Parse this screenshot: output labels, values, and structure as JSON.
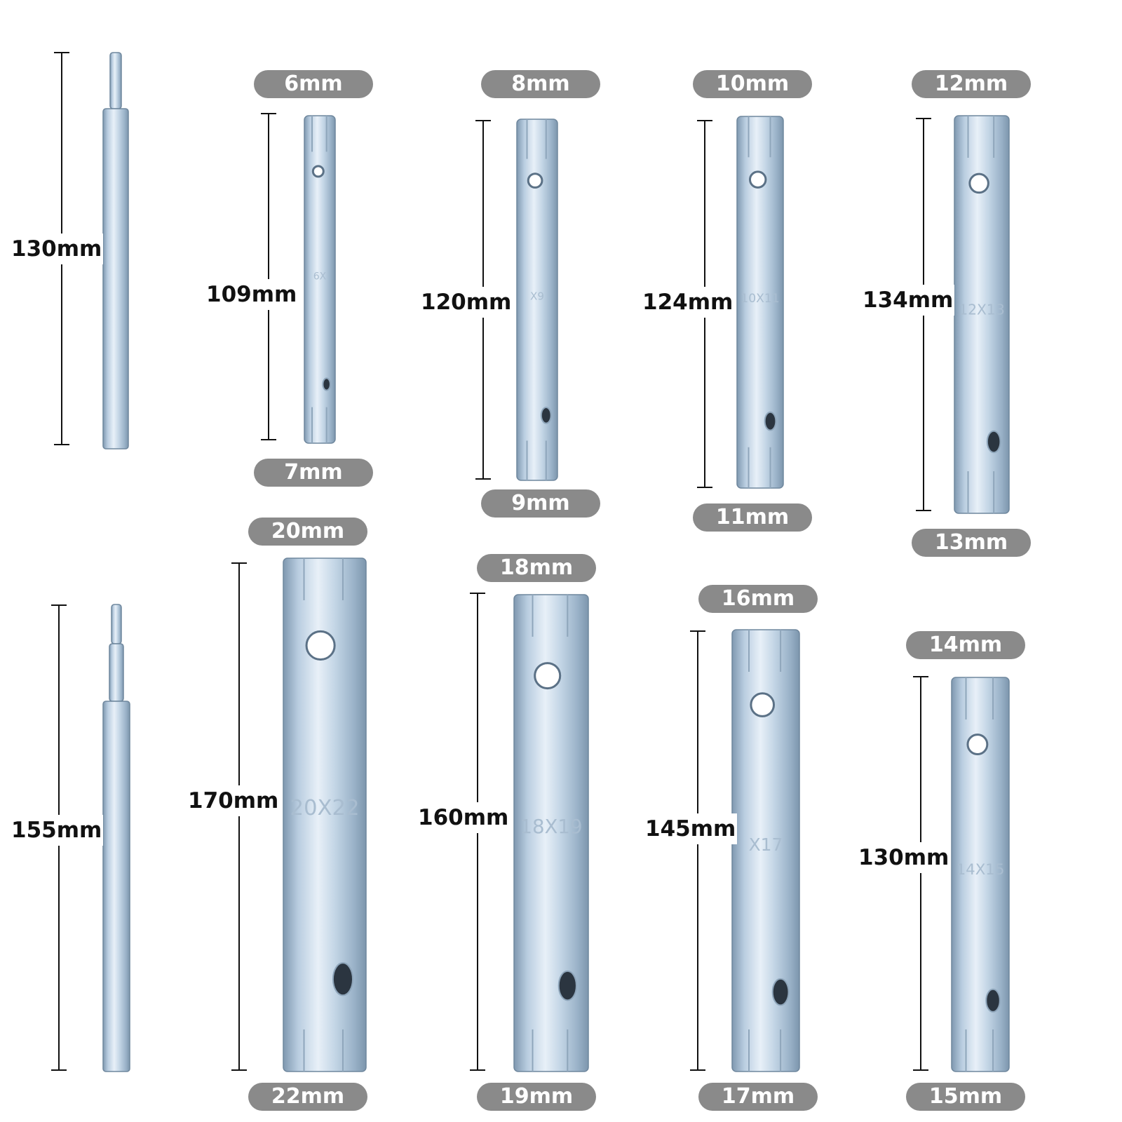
{
  "product": {
    "rods": [
      {
        "length_label": "130mm"
      },
      {
        "length_label": "155mm"
      }
    ],
    "wrenches": [
      {
        "top_size": "6mm",
        "bottom_size": "7mm",
        "length_label": "109mm",
        "stamp": "6X"
      },
      {
        "top_size": "8mm",
        "bottom_size": "9mm",
        "length_label": "120mm",
        "stamp": "X9"
      },
      {
        "top_size": "10mm",
        "bottom_size": "11mm",
        "length_label": "124mm",
        "stamp": "10X11"
      },
      {
        "top_size": "12mm",
        "bottom_size": "13mm",
        "length_label": "134mm",
        "stamp": "12X13"
      },
      {
        "top_size": "20mm",
        "bottom_size": "22mm",
        "length_label": "170mm",
        "stamp": "20X22"
      },
      {
        "top_size": "18mm",
        "bottom_size": "19mm",
        "length_label": "160mm",
        "stamp": "18X19"
      },
      {
        "top_size": "16mm",
        "bottom_size": "17mm",
        "length_label": "145mm",
        "stamp": "X17"
      },
      {
        "top_size": "14mm",
        "bottom_size": "15mm",
        "length_label": "130mm",
        "stamp": "14X15"
      }
    ]
  },
  "colors": {
    "pill": "#8a8a8a",
    "steel_dark": "#7f98b0",
    "steel_light": "#e8f0f8",
    "steel_mid": "#b9cde0"
  }
}
